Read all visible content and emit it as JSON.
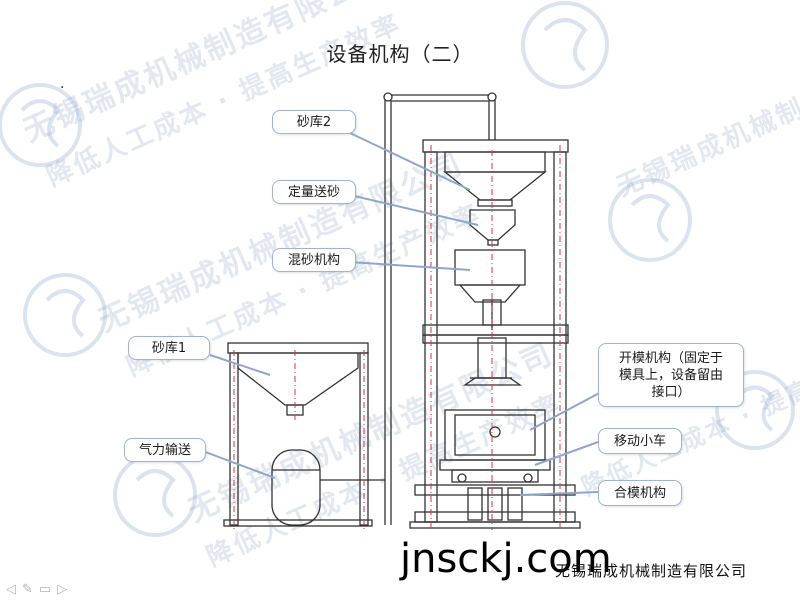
{
  "title": "设备机构（二）",
  "bullet": "·",
  "callouts": {
    "sand_bin_2": "砂库2",
    "quantitative_sand_feed": "定量送砂",
    "sand_mixing": "混砂机构",
    "sand_bin_1": "砂库1",
    "pneumatic_conveying": "气力输送",
    "mold_opening": "开模机构（固定于\n模具上，设备留由\n接口）",
    "moving_trolley": "移动小车",
    "mold_closing": "合模机构"
  },
  "watermark": {
    "line1": "无锡瑞成机械制造有限公司",
    "line2": "降低人工成本 · 提高生产效率"
  },
  "website": "jnsckj.com",
  "company": "无锡瑞成机械制造有限公司",
  "colors": {
    "callout_border": "#9fb3d3",
    "leader_line": "#8fa6cc",
    "drawing_line": "#333333",
    "center_line": "#e0303a",
    "watermark": "#c9d6ea"
  },
  "toolbar_icons": [
    "play-icon",
    "pen-icon",
    "edit-icon",
    "arrow-icon"
  ]
}
